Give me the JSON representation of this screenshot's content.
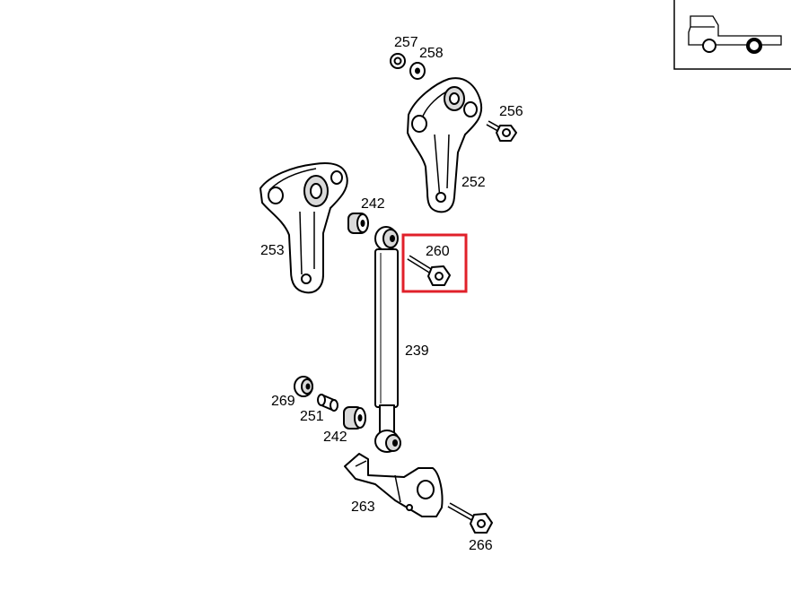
{
  "parts": [
    {
      "id": "257",
      "label": "257"
    },
    {
      "id": "258",
      "label": "258"
    },
    {
      "id": "256",
      "label": "256"
    },
    {
      "id": "252",
      "label": "252"
    },
    {
      "id": "242a",
      "label": "242"
    },
    {
      "id": "253",
      "label": "253"
    },
    {
      "id": "260",
      "label": "260",
      "highlighted": true
    },
    {
      "id": "239",
      "label": "239"
    },
    {
      "id": "269",
      "label": "269"
    },
    {
      "id": "251",
      "label": "251"
    },
    {
      "id": "242b",
      "label": "242"
    },
    {
      "id": "263",
      "label": "263"
    },
    {
      "id": "266",
      "label": "266"
    }
  ],
  "highlight_color": "#e0202a",
  "vehicle_icon": "truck-rear-axle-icon"
}
